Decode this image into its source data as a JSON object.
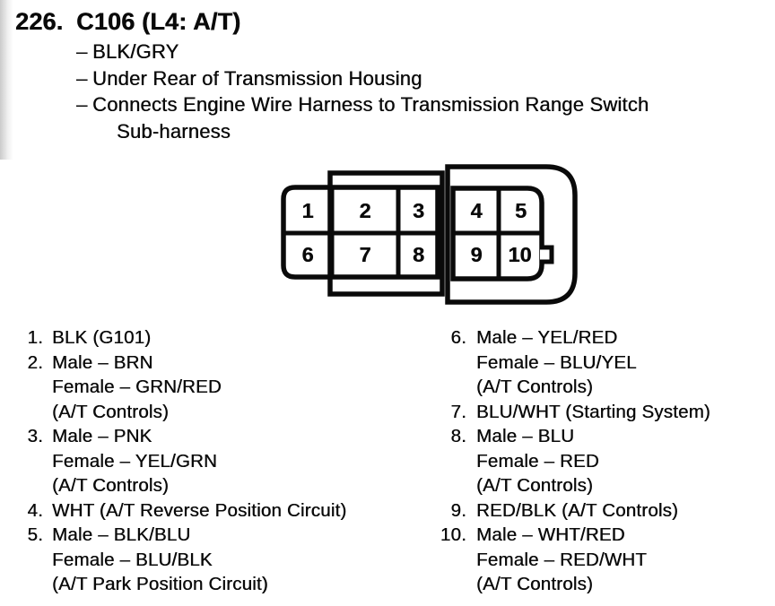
{
  "page": {
    "background": "#ffffff",
    "ink": "#0a0a0a"
  },
  "header": {
    "index": "226.",
    "title": "C106 (L4: A/T)"
  },
  "bullets": {
    "dash": "–",
    "items": [
      {
        "text": "BLK/GRY"
      },
      {
        "text": "Under Rear of Transmission Housing"
      },
      {
        "text": "Connects Engine Wire Harness to Transmission Range Switch"
      },
      {
        "text": "Sub-harness"
      }
    ]
  },
  "connector": {
    "description": "10-pin connector pinout diagram, two rows",
    "pins": [
      "1",
      "2",
      "3",
      "4",
      "5",
      "6",
      "7",
      "8",
      "9",
      "10"
    ]
  },
  "pin_list": {
    "left": [
      {
        "num": "1.",
        "lines": [
          "BLK (G101)"
        ]
      },
      {
        "num": "2.",
        "lines": [
          "Male – BRN",
          "Female – GRN/RED",
          "(A/T Controls)"
        ]
      },
      {
        "num": "3.",
        "lines": [
          "Male – PNK",
          "Female – YEL/GRN",
          "(A/T Controls)"
        ]
      },
      {
        "num": "4.",
        "lines": [
          "WHT (A/T Reverse Position Circuit)"
        ]
      },
      {
        "num": "5.",
        "lines": [
          "Male – BLK/BLU",
          "Female – BLU/BLK",
          "(A/T Park Position Circuit)"
        ]
      }
    ],
    "right": [
      {
        "num": "6.",
        "lines": [
          "Male – YEL/RED",
          "Female – BLU/YEL",
          "(A/T Controls)"
        ]
      },
      {
        "num": "7.",
        "lines": [
          "BLU/WHT (Starting System)"
        ]
      },
      {
        "num": "8.",
        "lines": [
          "Male – BLU",
          "Female – RED",
          "(A/T Controls)"
        ]
      },
      {
        "num": "9.",
        "lines": [
          "RED/BLK (A/T Controls)"
        ]
      },
      {
        "num": "10.",
        "lines": [
          "Male – WHT/RED",
          "Female – RED/WHT",
          "(A/T Controls)"
        ]
      }
    ]
  }
}
